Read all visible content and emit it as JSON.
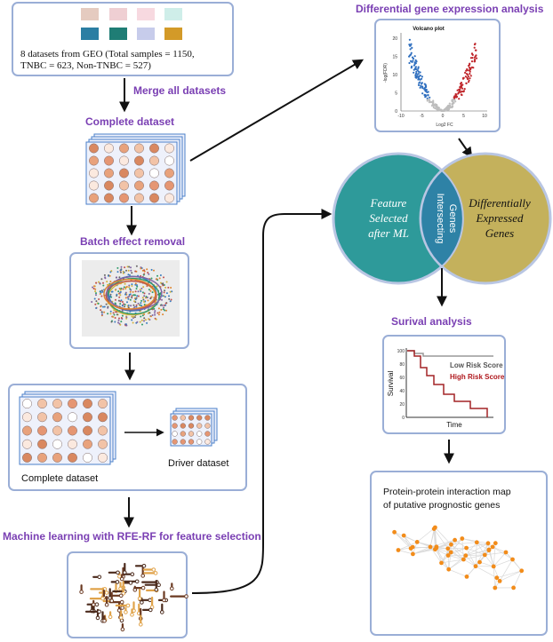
{
  "geo": {
    "line1": "8 datasets from GEO  (Total  samples = 1150,",
    "line2": "TNBC = 623, Non-TNBC = 527)",
    "swatches": [
      "#e5cbc0",
      "#efcfd3",
      "#f7d9e0",
      "#cfeee9",
      "#2b7ea3",
      "#1f7d75",
      "#c7cceb",
      "#d39a28"
    ]
  },
  "steps": {
    "merge": "Merge all datasets",
    "complete": "Complete dataset",
    "batch": "Batch effect removal",
    "ml": "Machine learning with RFE-RF for feature selection"
  },
  "split": {
    "complete_label": "Complete dataset",
    "driver_label": "Driver dataset"
  },
  "deg": {
    "title": "Differential gene expression analysis",
    "plot_title": "Volcano plot",
    "xlabel": "Log2 FC",
    "ylabel": "-log(FDR)",
    "xticks": [
      "-10",
      "-5",
      "0",
      "5",
      "10"
    ],
    "yticks": [
      "0",
      "5",
      "10",
      "15",
      "20"
    ]
  },
  "venn": {
    "left": [
      "Feature",
      "Selected",
      "after ML"
    ],
    "right": [
      "Differentially",
      "Expressed",
      "Genes"
    ],
    "middle": [
      "Intersecting",
      "Genes"
    ]
  },
  "survival": {
    "title": "Surival analysis",
    "ylabel": "Survival",
    "xlabel": "Time",
    "low": "Low Risk Score",
    "high": "High Risk Score",
    "yticks": [
      "100",
      "80",
      "60",
      "40",
      "20",
      "0"
    ]
  },
  "ppi": {
    "line1": "Protein-protein interaction map",
    "line2": "of putative prognostic genes"
  },
  "colors": {
    "accent": "#7a3fb3",
    "border": "#9aaed6",
    "teal": "#2e9a9a",
    "olive": "#c4b15c",
    "red": "#c0282d",
    "blue": "#2f6fbf",
    "orange": "#f28c1a"
  }
}
